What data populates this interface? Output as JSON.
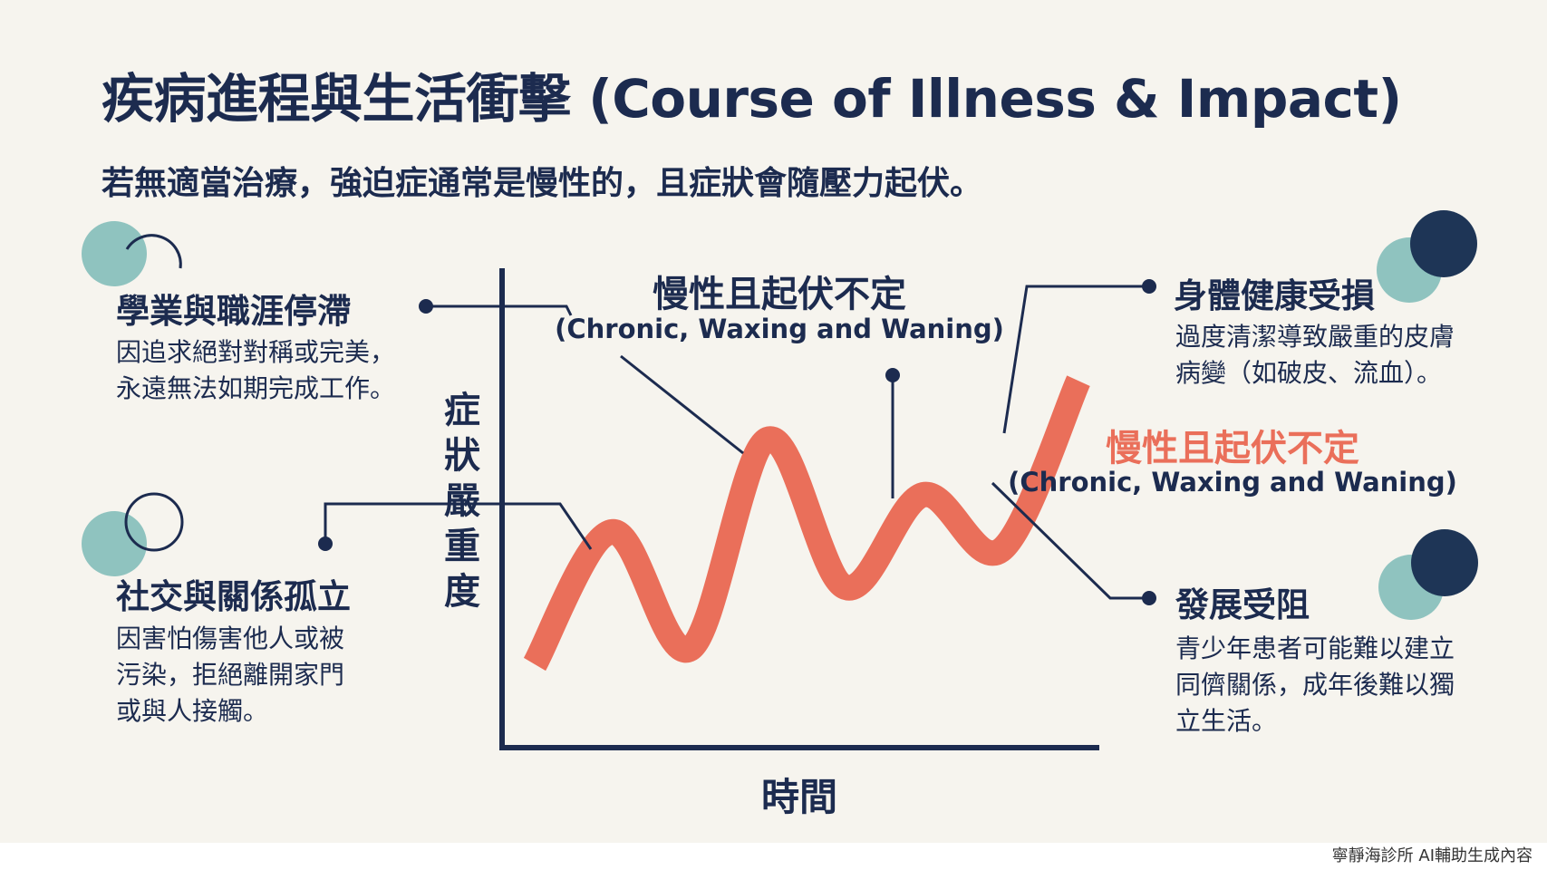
{
  "title": "疾病進程與生活衝擊 (Course of Illness & Impact)",
  "subtitle": "若無適當治療，強迫症通常是慢性的，且症狀會隨壓力起伏。",
  "left_top": {
    "heading": "學業與職涯停滯",
    "body": "因追求絕對對稱或完美，\n永遠無法如期完成工作。"
  },
  "left_bottom": {
    "heading": "社交與關係孤立",
    "body": "因害怕傷害他人或被\n污染，拒絕離開家門\n或與人接觸。"
  },
  "center": {
    "label": "慢性且起伏不定",
    "label_en": "(Chronic, Waxing and Waning)"
  },
  "right_label": {
    "label": "慢性且起伏不定",
    "label_en": "(Chronic, Waxing and Waning)"
  },
  "right_top": {
    "heading": "身體健康受損",
    "body": "過度清潔導致嚴重的皮膚\n病變（如破皮、流血）。"
  },
  "right_bottom": {
    "heading": "發展受阻",
    "body": "青少年患者可能難以建立\n同儕關係，成年後難以獨\n立生活。"
  },
  "chart_data": {
    "type": "line",
    "xlabel": "時間",
    "ylabel": "症狀嚴重度",
    "y": [
      0.05,
      0.48,
      0.1,
      0.78,
      0.3,
      0.6,
      0.42,
      0.97
    ]
  },
  "watermark": "寧靜海診所 AI輔助生成內容",
  "colors": {
    "background": "#f6f4ee",
    "navy": "#1c2b4f",
    "curve": "#ea6f5a",
    "teal": "#8fc3bf",
    "dark_circle": "#1e3556"
  }
}
